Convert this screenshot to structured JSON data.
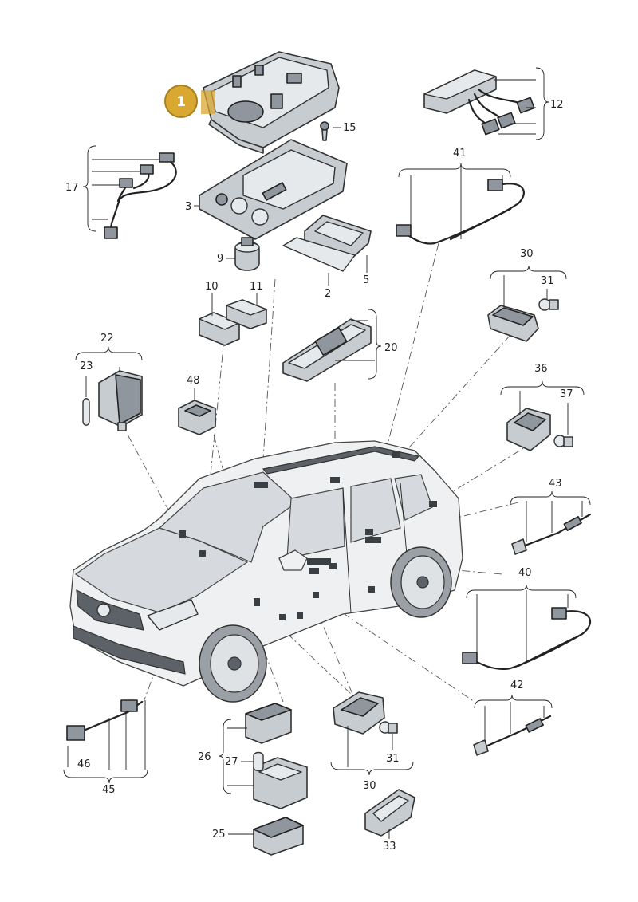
{
  "callouts": {
    "c1": "1",
    "c2": "2",
    "c3": "3",
    "c5": "5",
    "c9": "9",
    "c10": "10",
    "c11": "11",
    "c12": "12",
    "c15": "15",
    "c17": "17",
    "c20": "20",
    "c22": "22",
    "c23": "23",
    "c25": "25",
    "c26": "26",
    "c27": "27",
    "c30a": "30",
    "c30b": "30",
    "c31a": "31",
    "c31b": "31",
    "c33": "33",
    "c36": "36",
    "c37": "37",
    "c40": "40",
    "c41": "41",
    "c42": "42",
    "c43": "43",
    "c45": "45",
    "c46": "46",
    "c48": "48"
  },
  "colors": {
    "highlight": "#d9a830",
    "part": "#c7ccd1",
    "line": "#222222"
  }
}
